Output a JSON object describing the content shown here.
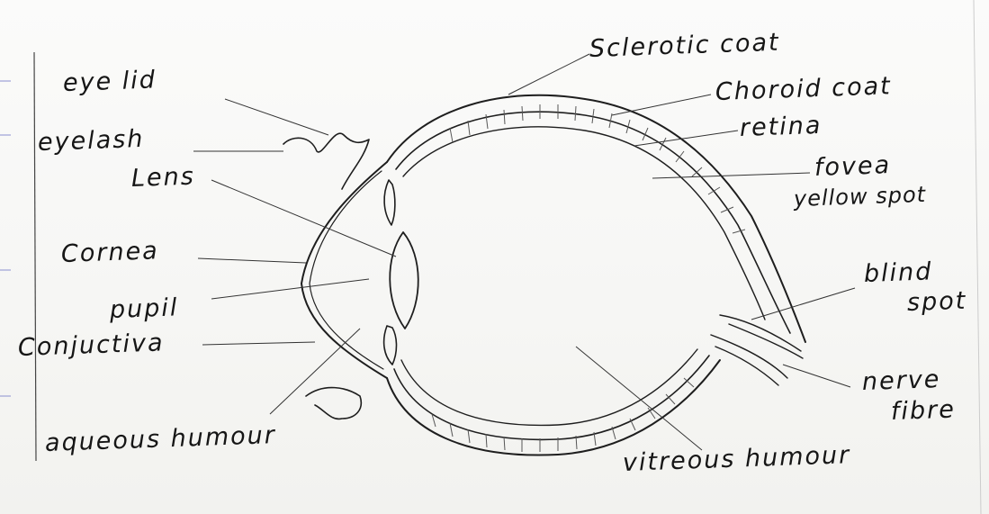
{
  "labels": {
    "eye_lid": "eye lid",
    "eyelash": "eyelash",
    "lens": "Lens",
    "cornea": "Cornea",
    "pupil": "pupil",
    "conjuctiva": "Conjuctiva",
    "aqueous_humour": "aqueous humour",
    "sclerotic_coat": "Sclerotic coat",
    "choroid_coat": "Choroid coat",
    "retina": "retina",
    "fovea": "fovea",
    "yellow_spot": "yellow spot",
    "blind": "blind",
    "spot": "spot",
    "nerve": "nerve",
    "fibre": "fibre",
    "vitreous_humour": "vitreous humour"
  },
  "colors": {
    "ink": "#1e1e1e",
    "paper": "#f6f6f4",
    "margin_line": "#8a8fd0"
  }
}
